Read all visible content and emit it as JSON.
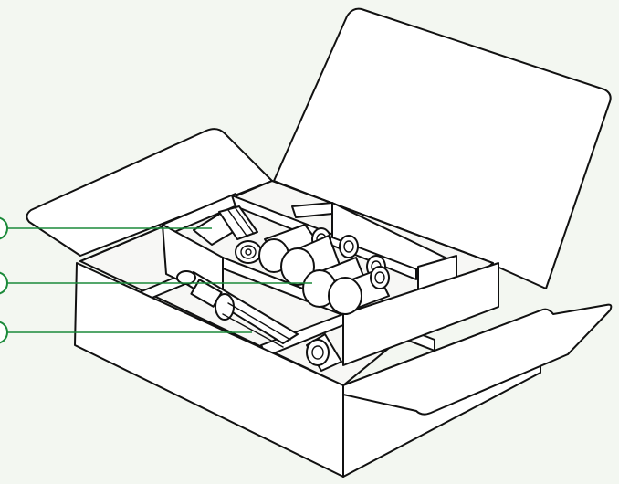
{
  "colors": {
    "background": "#f3f7f1",
    "callout": "#1b8a3a",
    "outline": "#111111",
    "fill": "#ffffff"
  },
  "callouts": [
    {
      "id": "callout-1",
      "target": "roll-items"
    },
    {
      "id": "callout-2",
      "target": "cylinder-items"
    },
    {
      "id": "callout-3",
      "target": "tube-item"
    }
  ]
}
